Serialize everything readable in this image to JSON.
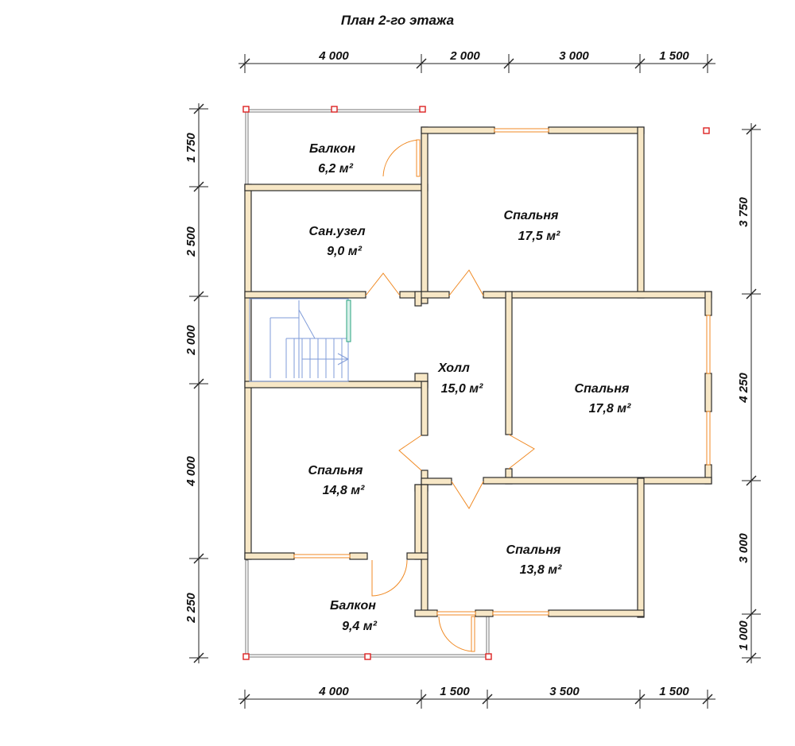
{
  "title": "План 2-го этажа",
  "dimensions": {
    "top": [
      "4 000",
      "2 000",
      "3 000",
      "1 500"
    ],
    "bottom": [
      "4 000",
      "1 500",
      "3 500",
      "1 500"
    ],
    "left": [
      "1 750",
      "2 500",
      "2 000",
      "4 000",
      "2 250"
    ],
    "right": [
      "3 750",
      "4 250",
      "3 000",
      "1 000"
    ]
  },
  "rooms": [
    {
      "id": "balcony-top",
      "name": "Балкон",
      "area": "6,2 м²"
    },
    {
      "id": "bathroom",
      "name": "Сан.узел",
      "area": "9,0 м²"
    },
    {
      "id": "bedroom-ne",
      "name": "Спальня",
      "area": "17,5 м²"
    },
    {
      "id": "hall",
      "name": "Холл",
      "area": "15,0 м²"
    },
    {
      "id": "bedroom-e",
      "name": "Спальня",
      "area": "17,8 м²"
    },
    {
      "id": "bedroom-w",
      "name": "Спальня",
      "area": "14,8 м²"
    },
    {
      "id": "bedroom-se",
      "name": "Спальня",
      "area": "13,8 м²"
    },
    {
      "id": "balcony-bottom",
      "name": "Балкон",
      "area": "9,4 м²"
    }
  ],
  "colors": {
    "wall_fill": "#f7e7c6",
    "wall_stroke": "#2b2b2b",
    "door": "#f08a24",
    "post": "#dd2222",
    "stair": "#7f9bd8"
  }
}
